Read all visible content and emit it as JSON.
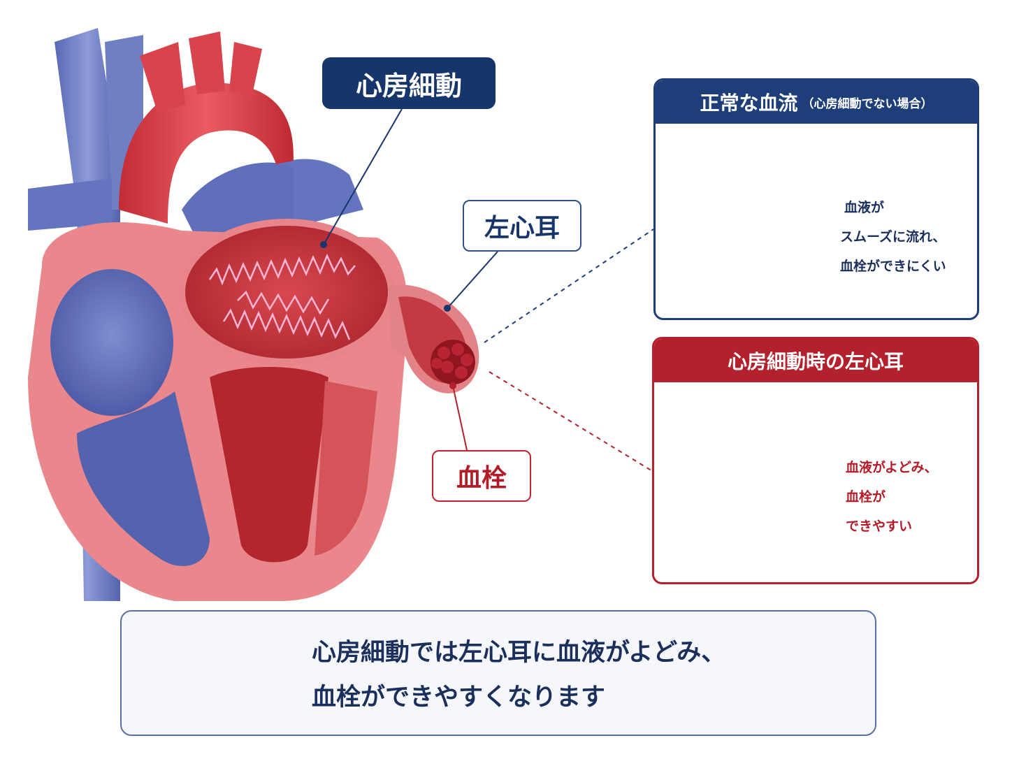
{
  "labels": {
    "atrial_fibrillation": "心房細動",
    "left_atrial_appendage": "左心耳",
    "thrombus": "血栓"
  },
  "panel_normal": {
    "title": "正常な血流",
    "title_note": "（心房細動でない場合）",
    "text_lines": [
      "血液が",
      "スムーズに流れ、",
      "血栓ができにくい"
    ]
  },
  "panel_af": {
    "title": "心房細動時の左心耳",
    "text_lines": [
      "血液がよどみ、",
      "血栓が",
      "できやすい"
    ]
  },
  "summary": {
    "icon": "brain-icon",
    "lines": [
      "心房細動では左心耳に血液がよどみ、",
      "血栓ができやすくなります"
    ]
  },
  "colors": {
    "navy": "#1d3e78",
    "red": "#b3212d",
    "tissue_pink": "#e8858a",
    "blood_red": "#c7353c",
    "vein_blue": "#6f7fc4"
  }
}
